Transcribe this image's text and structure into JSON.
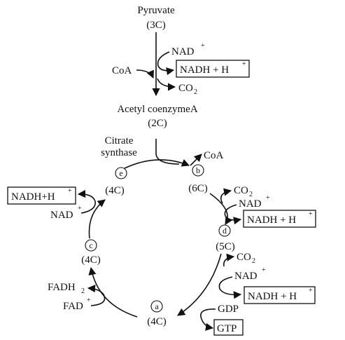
{
  "pyruvate": {
    "name": "Pyruvate",
    "carbons": "(3C)"
  },
  "link": {
    "nad": "NAD",
    "nad_sup": "+",
    "nadh": "NADH + H",
    "nadh_sup": "+",
    "coa": "CoA",
    "co2": "CO",
    "co2_sub": "2"
  },
  "acetyl": {
    "name": "Acetyl coenzymeA",
    "carbons": "(2C)"
  },
  "enzyme": {
    "line1": "Citrate",
    "line2": "synthase"
  },
  "coa_out": "CoA",
  "nodes": {
    "b": {
      "letter": "b",
      "carbons": "(6C)"
    },
    "d": {
      "letter": "d",
      "carbons": "(5C)"
    },
    "a": {
      "letter": "a",
      "carbons": "(4C)"
    },
    "c": {
      "letter": "c",
      "carbons": "(4C)"
    },
    "e": {
      "letter": "e",
      "carbons": "(4C)"
    }
  },
  "step_b_d": {
    "co2": "CO",
    "co2_sub": "2",
    "nad": "NAD",
    "nad_sup": "+",
    "nadh": "NADH + H",
    "nadh_sup": "+"
  },
  "step_d_a": {
    "co2": "CO",
    "co2_sub": "2",
    "nad": "NAD",
    "nad_sup": "+",
    "nadh": "NADH + H",
    "nadh_sup": "+",
    "gdp": "GDP",
    "gtp": "GTP"
  },
  "step_a_c": {
    "fadh": "FADH",
    "fadh_sub": "2",
    "fad": "FAD",
    "fad_sup": "+"
  },
  "step_c_e": {
    "nad": "NAD",
    "nad_sup": "+",
    "nadh": "NADH+H",
    "nadh_sup": "+"
  }
}
